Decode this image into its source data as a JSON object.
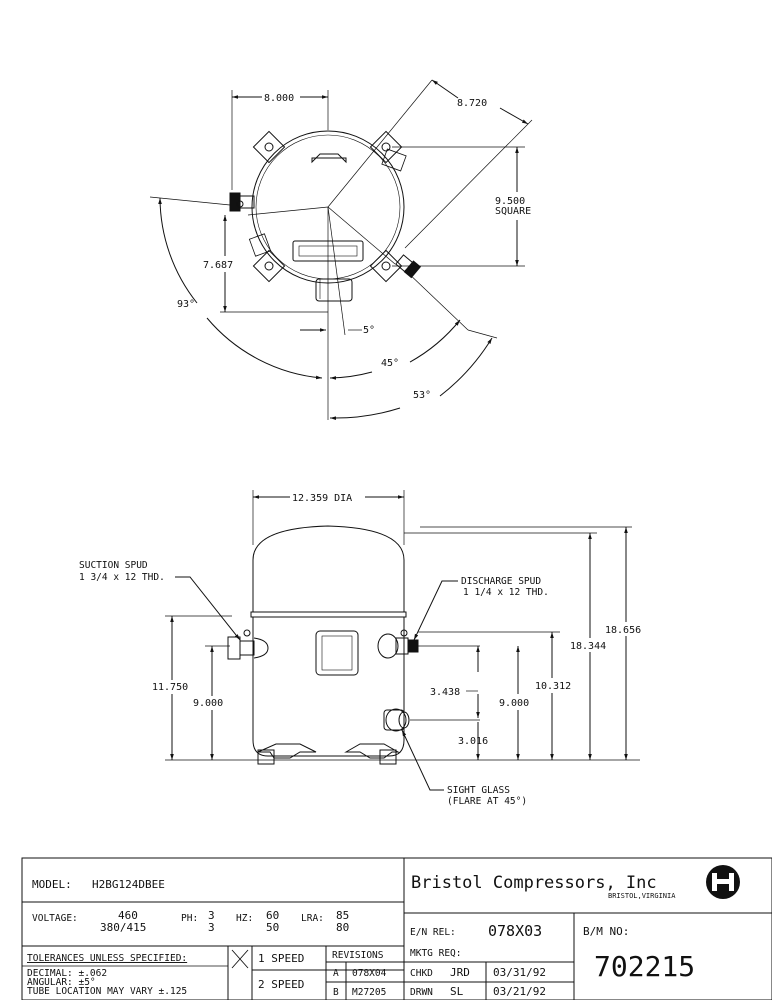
{
  "top_view": {
    "dim_width": "8.000",
    "dim_diag": "8.720",
    "dim_square_value": "9.500",
    "dim_square_label": "SQUARE",
    "dim_left": "7.687",
    "angle_93": "93°",
    "angle_5": "5°",
    "angle_45": "45°",
    "angle_53": "53°"
  },
  "side_view": {
    "dia": "12.359 DIA",
    "suction_title": "SUCTION SPUD",
    "suction_thread": "1 3/4 x 12 THD.",
    "discharge_title": "DISCHARGE SPUD",
    "discharge_thread": "1 1/4 x 12 THD.",
    "sight_title": "SIGHT GLASS",
    "sight_note": "(FLARE AT 45°)",
    "h_11750": "11.750",
    "h_9000_left": "9.000",
    "h_3438": "3.438",
    "h_9000_right": "9.000",
    "h_10312": "10.312",
    "h_18344": "18.344",
    "h_18656": "18.656",
    "h_3016": "3.016"
  },
  "title_block": {
    "model_label": "MODEL:",
    "model_value": "H2BG124DBEE",
    "voltage_label": "VOLTAGE:",
    "voltage_1": "460",
    "voltage_2": "380/415",
    "ph_label": "PH:",
    "ph_1": "3",
    "ph_2": "3",
    "hz_label": "HZ:",
    "hz_1": "60",
    "hz_2": "50",
    "lra_label": "LRA:",
    "lra_1": "85",
    "lra_2": "80",
    "company": "Bristol Compressors, Inc",
    "company_location": "BRISTOL,VIRGINIA",
    "en_rel_label": "E/N REL:",
    "en_rel_value": "078X03",
    "bm_no_label": "B/M NO:",
    "bm_no_value": "702215",
    "tolerances_title": "TOLERANCES UNLESS SPECIFIED:",
    "tol_decimal": "DECIMAL: ±.062",
    "tol_angular": "ANGULAR: ±5°",
    "tol_tube": "TUBE LOCATION MAY VARY ±.125",
    "check_mark": "X",
    "speed_1": "1 SPEED",
    "speed_2": "2 SPEED",
    "revisions_label": "REVISIONS",
    "rev_a_letter": "A",
    "rev_a_value": "078X04",
    "rev_b_letter": "B",
    "rev_b_value": "M27205",
    "mktg_label": "MKTG REQ:",
    "chkd_label": "CHKD",
    "chkd_by": "JRD",
    "chkd_date": "03/31/92",
    "drwn_label": "DRWN",
    "drwn_by": "SL",
    "drwn_date": "03/21/92"
  }
}
